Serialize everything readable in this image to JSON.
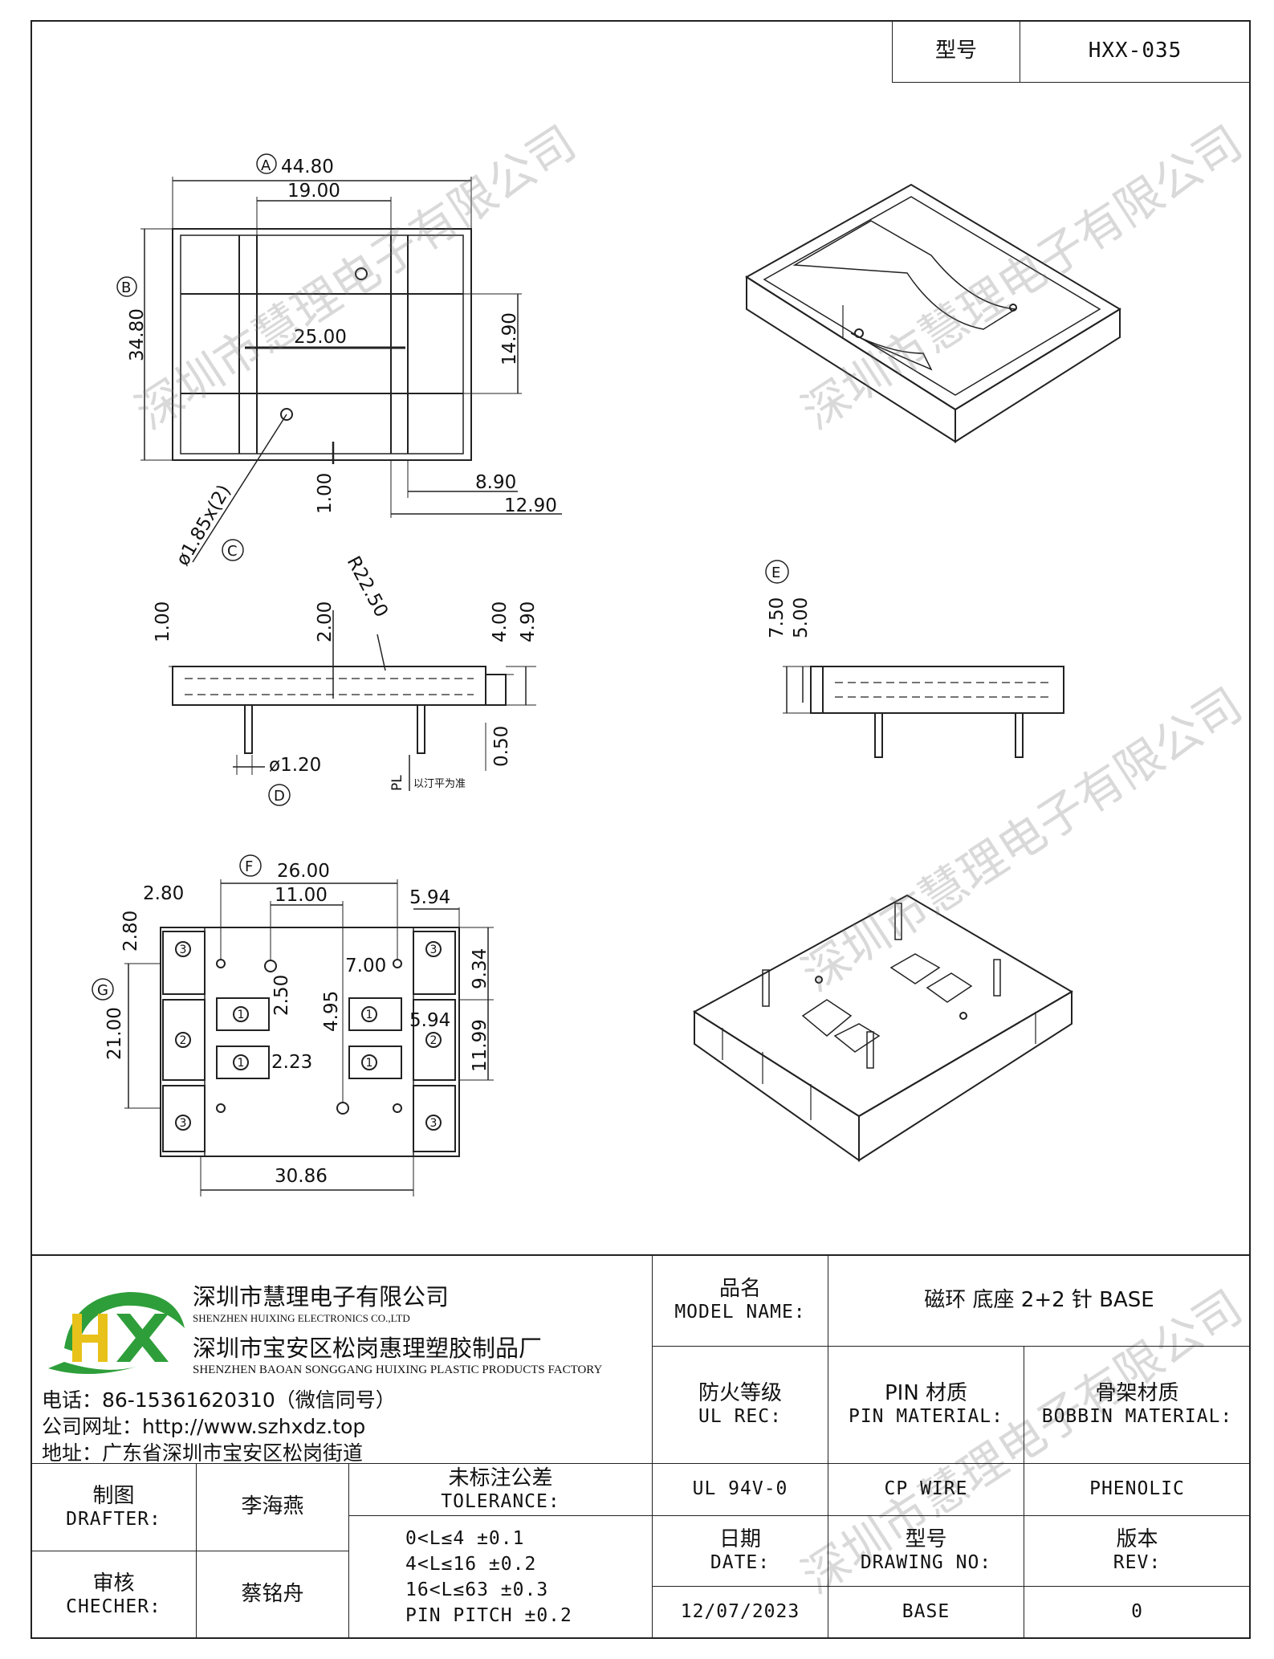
{
  "header": {
    "model_label": "型号",
    "model_value": "HXX-035"
  },
  "drawing": {
    "top_view": {
      "dim_a_marker": "A",
      "dim_a": "44.80",
      "dim_19": "19.00",
      "dim_b_marker": "B",
      "dim_b": "34.80",
      "dim_25": "25.00",
      "dim_1490": "14.90",
      "dim_100": "1.00",
      "dim_890": "8.90",
      "dim_1290": "12.90",
      "hole": "ø1.85x(2)",
      "dim_c_marker": "C"
    },
    "side_view": {
      "dim_100": "1.00",
      "dim_200": "2.00",
      "radius": "R22.50",
      "dim_400": "4.00",
      "dim_490": "4.90",
      "dim_050": "0.50",
      "pin": "ø1.20",
      "dim_d_marker": "D",
      "pl_label": "PL",
      "pl_note": "以汀平为准"
    },
    "end_view": {
      "dim_e_marker": "E",
      "dim_750": "7.50",
      "dim_500": "5.00"
    },
    "bottom_view": {
      "dim_f_marker": "F",
      "dim_2600": "26.00",
      "dim_280a": "2.80",
      "dim_280b": "2.80",
      "dim_1100": "11.00",
      "dim_594a": "5.94",
      "dim_934": "9.34",
      "dim_700": "7.00",
      "dim_250": "2.50",
      "dim_495": "4.95",
      "dim_594b": "5.94",
      "dim_1199": "11.99",
      "dim_g_marker": "G",
      "dim_2100": "21.00",
      "dim_223": "2.23",
      "dim_3086": "30.86",
      "pin_label_1": "1",
      "pin_label_2": "2",
      "pin_label_3": "3"
    }
  },
  "watermark": "深圳市慧理电子有限公司",
  "title_block": {
    "company_cn_1": "深圳市慧理电子有限公司",
    "company_en_1": "SHENZHEN HUIXING ELECTRONICS CO.,LTD",
    "company_cn_2": "深圳市宝安区松岗惠理塑胶制品厂",
    "company_en_2": "SHENZHEN BAOAN SONGGANG HUIXING PLASTIC PRODUCTS FACTORY",
    "phone": "电话：86-15361620310（微信同号）",
    "website": "公司网址：http://www.szhxdz.top",
    "address": "地址：广东省深圳市宝安区松岗街道",
    "model_name_cn": "品名",
    "model_name_en": "MODEL NAME:",
    "model_name_value": "磁环 底座 2+2 针  BASE",
    "ul_cn": "防火等级",
    "ul_en": "UL REC:",
    "pin_cn": "PIN 材质",
    "pin_en": "PIN MATERIAL:",
    "bobbin_cn": "骨架材质",
    "bobbin_en": "BOBBIN MATERIAL:",
    "ul_value": "UL 94V-0",
    "pin_value": "CP WIRE",
    "bobbin_value": "PHENOLIC",
    "drafter_cn": "制图",
    "drafter_en": "DRAFTER:",
    "drafter_value": "李海燕",
    "tolerance_cn": "未标注公差",
    "tolerance_en": "TOLERANCE:",
    "tolerances": [
      "0<L≤4  ±0.1",
      "4<L≤16 ±0.2",
      "16<L≤63 ±0.3",
      "PIN PITCH ±0.2"
    ],
    "date_cn": "日期",
    "date_en": "DATE:",
    "drawing_no_cn": "型号",
    "drawing_no_en": "DRAWING NO:",
    "rev_cn": "版本",
    "rev_en": "REV:",
    "checker_cn": "审核",
    "checker_en": "CHECHER:",
    "checker_value": "蔡铭舟",
    "date_value": "12/07/2023",
    "drawing_no_value": "BASE",
    "rev_value": "0"
  },
  "logo": {
    "letters": "HX",
    "green": "#2e9e3a",
    "yellow": "#e8c21a"
  }
}
